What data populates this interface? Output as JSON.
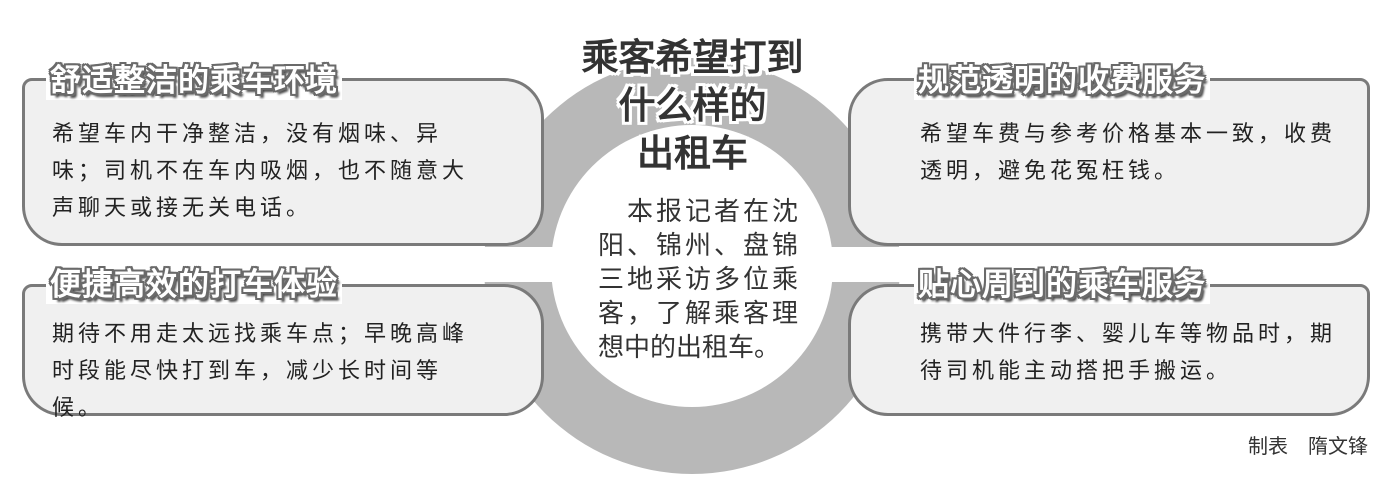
{
  "title": {
    "line1": "乘客希望打到",
    "line2": "什么样的",
    "line3": "出租车"
  },
  "intro": "　本报记者在沈阳、锦州、盘锦三地采访多位乘客，了解乘客理想中的出租车。",
  "sections": [
    {
      "heading": "舒适整洁的乘车环境",
      "text": "希望车内干净整洁，没有烟味、异味；司机不在车内吸烟，也不随意大声聊天或接无关电话。"
    },
    {
      "heading": "便捷高效的打车体验",
      "text": "期待不用走太远找乘车点；早晚高峰时段能尽快打到车，减少长时间等候。"
    },
    {
      "heading": "规范透明的收费服务",
      "text": "希望车费与参考价格基本一致，收费透明，避免花冤枉钱。"
    },
    {
      "heading": "贴心周到的乘车服务",
      "text": "携带大件行李、婴儿车等物品时，期待司机能主动搭把手搬运。"
    }
  ],
  "credit": "制表　隋文锋",
  "colors": {
    "ring": "#b8b8b8",
    "box_fill": "#f0f0f0",
    "box_border": "#7a7a7a"
  }
}
